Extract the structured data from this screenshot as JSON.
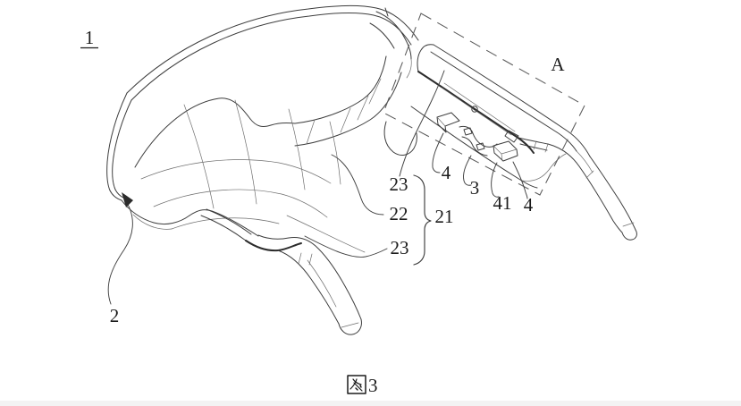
{
  "figure": {
    "caption": "图3",
    "caption_number": "3",
    "device_label": "1",
    "detail_region_label": "A",
    "colors": {
      "line": "#3d3d3d",
      "bold_line": "#2b2b2b",
      "label": "#1b1b1b",
      "dashed_box": "#5a5a5a",
      "background": "#ffffff"
    },
    "reference_numerals": {
      "front_shell": "2",
      "side_module_group": "21",
      "side_module_top": "23",
      "side_module_mid": "22",
      "side_module_bottom": "23",
      "button_front": "4",
      "center_component": "3",
      "sub_button": "41",
      "button_rear": "4"
    }
  }
}
